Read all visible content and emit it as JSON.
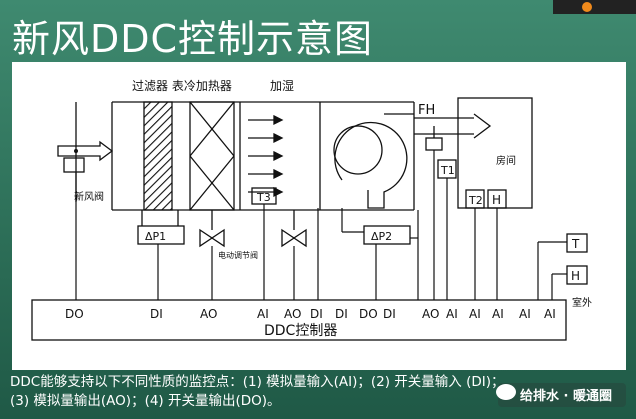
{
  "slide": {
    "title": "新风DDC控制示意图",
    "caption_line1": "DDC能够支持以下不同性质的监控点：(1) 模拟量输入(AI)；(2) 开关量输入 (DI)；",
    "caption_line2": "(3) 模拟量输出(AO)；(4) 开关量输出(DO)。",
    "watermark": "给排水 · 暖通圈"
  },
  "diagram": {
    "components_label_1": "过滤器 表冷加热器",
    "components_label_2": "加湿",
    "fresh_air_valve": "新风阀",
    "valve_label": "电动调节阀",
    "room_label": "房间",
    "outdoor_label": "室外",
    "fh_label": "FH",
    "dp1_label": "ΔP1",
    "dp2_label": "ΔP2",
    "t3_label": "T3",
    "t1_label": "T1",
    "t2_label": "T2",
    "h_room": "H",
    "t_outdoor": "T",
    "h_outdoor": "H",
    "controller_label": "DDC控制器",
    "io_points": [
      "DO",
      "DI",
      "AO",
      "AI",
      "AO",
      "DI",
      "DI",
      "DO",
      "DI",
      "AO",
      "AI",
      "AI",
      "AI",
      "AI",
      "AI"
    ]
  },
  "colors": {
    "background": "#2d6f58",
    "panel": "#ffffff",
    "line": "#111111",
    "watermark_accent": "#f08a1c"
  }
}
